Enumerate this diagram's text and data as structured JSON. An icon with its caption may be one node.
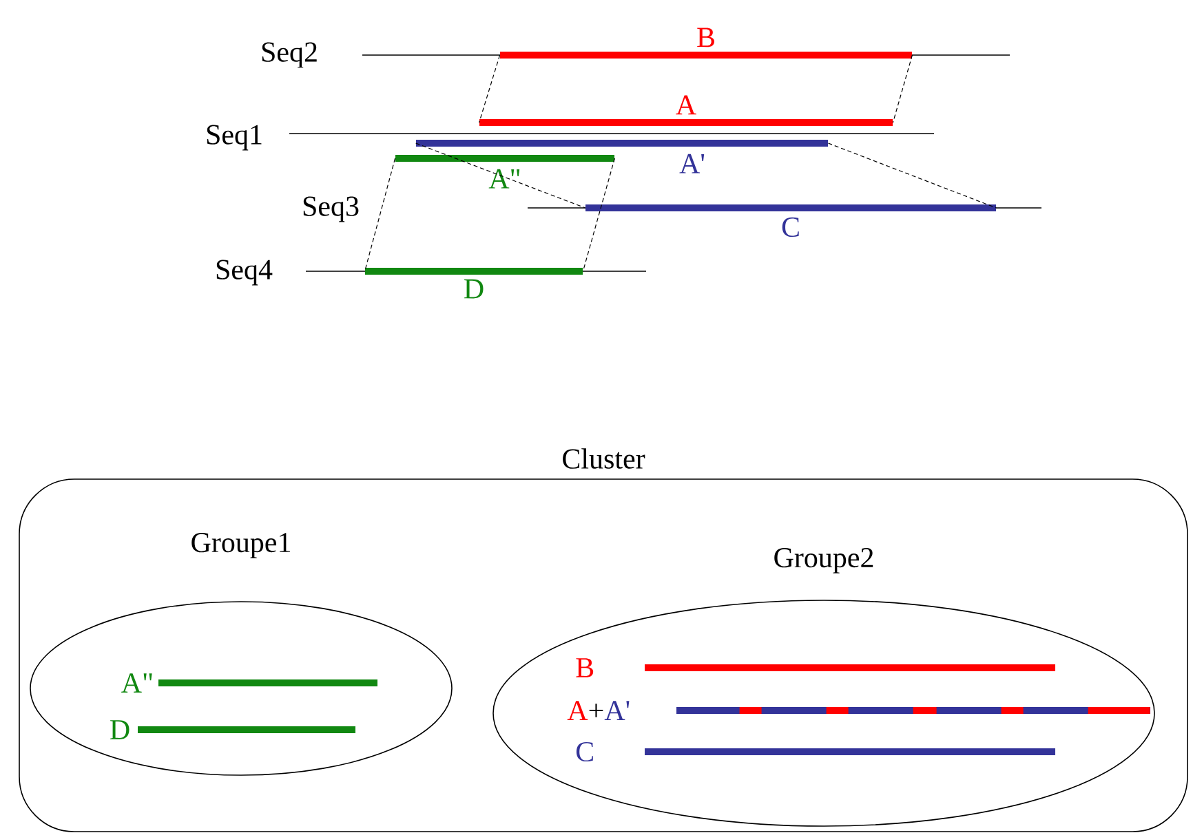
{
  "diagram": {
    "nodes": [
      {
        "text": [
          "B"
        ]
      },
      {
        "text": [
          "A"
        ]
      },
      {
        "text": [
          "A'"
        ]
      },
      {
        "text": [
          "A\""
        ]
      },
      {
        "text": [
          "C"
        ]
      },
      {
        "text": [
          "D"
        ]
      },
      {
        "text": [
          "Cluster"
        ]
      },
      {
        "text": [
          "Groupe1"
        ],
        "in": 6
      },
      {
        "text": [
          "A\""
        ],
        "in": 7
      },
      {
        "text": [
          "D"
        ],
        "in": 7
      },
      {
        "text": [
          "Groupe2"
        ],
        "in": 6
      },
      {
        "text": [
          "B"
        ],
        "in": 10
      },
      {
        "text": [
          "A",
          "+",
          "A'"
        ],
        "in": 10
      },
      {
        "text": [
          "C"
        ],
        "in": 10
      }
    ],
    "edges": [
      {
        "from": 0,
        "to": 1,
        "arrow": "none",
        "style": "dashed"
      },
      {
        "from": 0,
        "to": 1,
        "arrow": "none",
        "style": "dashed"
      },
      {
        "from": 2,
        "to": 4,
        "arrow": "none",
        "style": "dashed"
      },
      {
        "from": 2,
        "to": 4,
        "arrow": "none",
        "style": "dashed"
      },
      {
        "from": 3,
        "to": 5,
        "arrow": "none",
        "style": "dashed"
      },
      {
        "from": 3,
        "to": 5,
        "arrow": "none",
        "style": "dashed"
      }
    ],
    "labels": [
      "Seq2",
      "Seq1",
      "Seq3",
      "Seq4"
    ]
  }
}
